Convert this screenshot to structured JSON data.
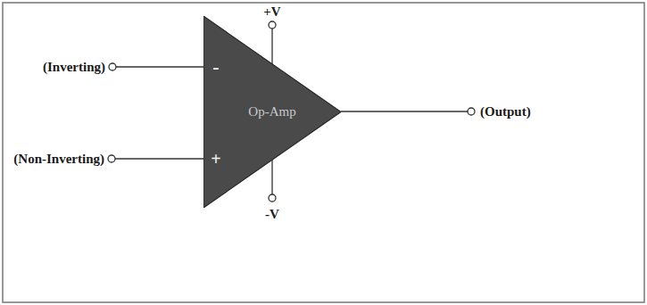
{
  "diagram": {
    "nodes": [
      {
        "text": [
          "-",
          "Op-Amp",
          "+"
        ]
      }
    ],
    "labels": [
      "+V",
      "(Inverting)",
      "(Non-Inverting)",
      "(Output)",
      "-V"
    ]
  }
}
